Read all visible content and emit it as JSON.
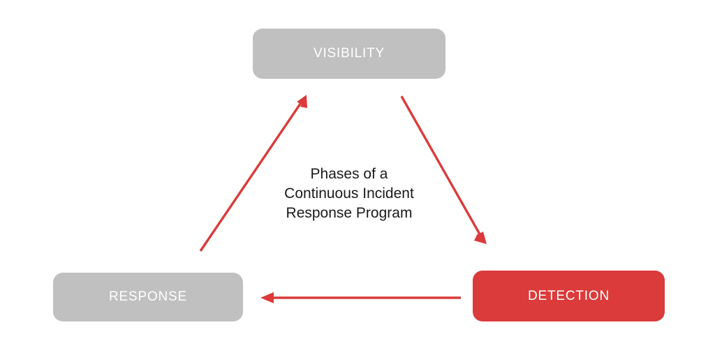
{
  "diagram": {
    "title": "Phases of a Continuous Incident Response Program",
    "background_color": "#ffffff",
    "accent_red": "#db3b3b",
    "neutral_gray": "#c0c0c0",
    "label_color": "#ffffff",
    "caption": {
      "line1": "Phases of a",
      "line2": "Continuous Incident",
      "line3": "Response Program"
    },
    "nodes": [
      {
        "id": "visibility",
        "label": "VISIBILITY",
        "color": "#c0c0c0",
        "position": "top"
      },
      {
        "id": "detection",
        "label": "DETECTION",
        "color": "#db3b3b",
        "position": "bottom-right"
      },
      {
        "id": "response",
        "label": "RESPONSE",
        "color": "#c0c0c0",
        "position": "bottom-left"
      }
    ],
    "arrows": [
      {
        "id": "visibility-to-detection",
        "from": "visibility",
        "to": "detection",
        "color": "#db3b3b",
        "direction": "down-right"
      },
      {
        "id": "detection-to-response",
        "from": "detection",
        "to": "response",
        "color": "#db3b3b",
        "direction": "left"
      },
      {
        "id": "response-to-visibility",
        "from": "response",
        "to": "visibility",
        "color": "#db3b3b",
        "direction": "up-right"
      }
    ]
  }
}
